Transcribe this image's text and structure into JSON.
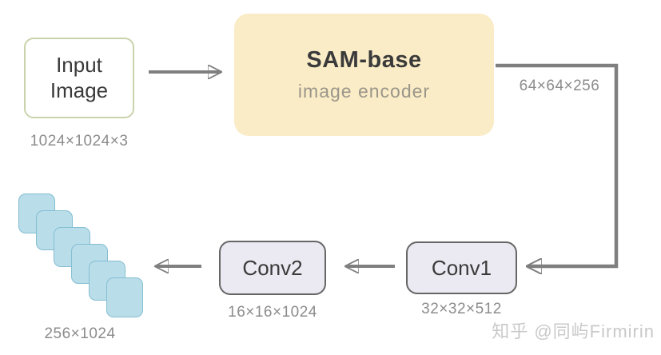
{
  "diagram": {
    "nodes": {
      "input": {
        "line1": "Input",
        "line2": "Image",
        "dim": "1024×1024×3"
      },
      "sam": {
        "title": "SAM-base",
        "subtitle": "image encoder",
        "out_dim": "64×64×256"
      },
      "conv1": {
        "label": "Conv1",
        "dim": "32×32×512"
      },
      "conv2": {
        "label": "Conv2",
        "dim": "16×16×1024"
      },
      "output": {
        "dim": "256×1024",
        "square_count": 6
      }
    },
    "colors": {
      "sam_fill": "#faecc6",
      "input_border": "#c9d3ab",
      "conv_fill": "#ebe9f1",
      "conv_border": "#666666",
      "square_fill": "#b9dde9",
      "square_border": "#85bed2",
      "arrow": "#7f7f7f",
      "dim_text": "#8c8c8c",
      "title_text": "#3a3a3a",
      "subtitle_text": "#9b968a",
      "watermark_text": "#c9c9c9"
    }
  },
  "watermark": {
    "text": "知乎 @同屿Firmirin"
  }
}
